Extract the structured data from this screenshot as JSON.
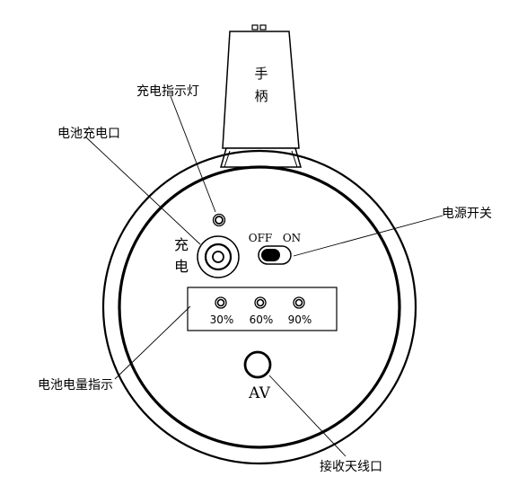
{
  "handle": {
    "char1": "手",
    "char2": "柄"
  },
  "callouts": {
    "charge_light": "充电指示灯",
    "charge_port": "电池充电口",
    "power_switch": "电源开关",
    "battery_level": "电池电量指示",
    "antenna_port": "接收天线口"
  },
  "device": {
    "charge_char1": "充",
    "charge_char2": "电",
    "switch_off": "OFF",
    "switch_on": "ON",
    "levels": [
      "30%",
      "60%",
      "90%"
    ],
    "av": "AV"
  },
  "colors": {
    "line": "#000000",
    "background": "#ffffff"
  }
}
